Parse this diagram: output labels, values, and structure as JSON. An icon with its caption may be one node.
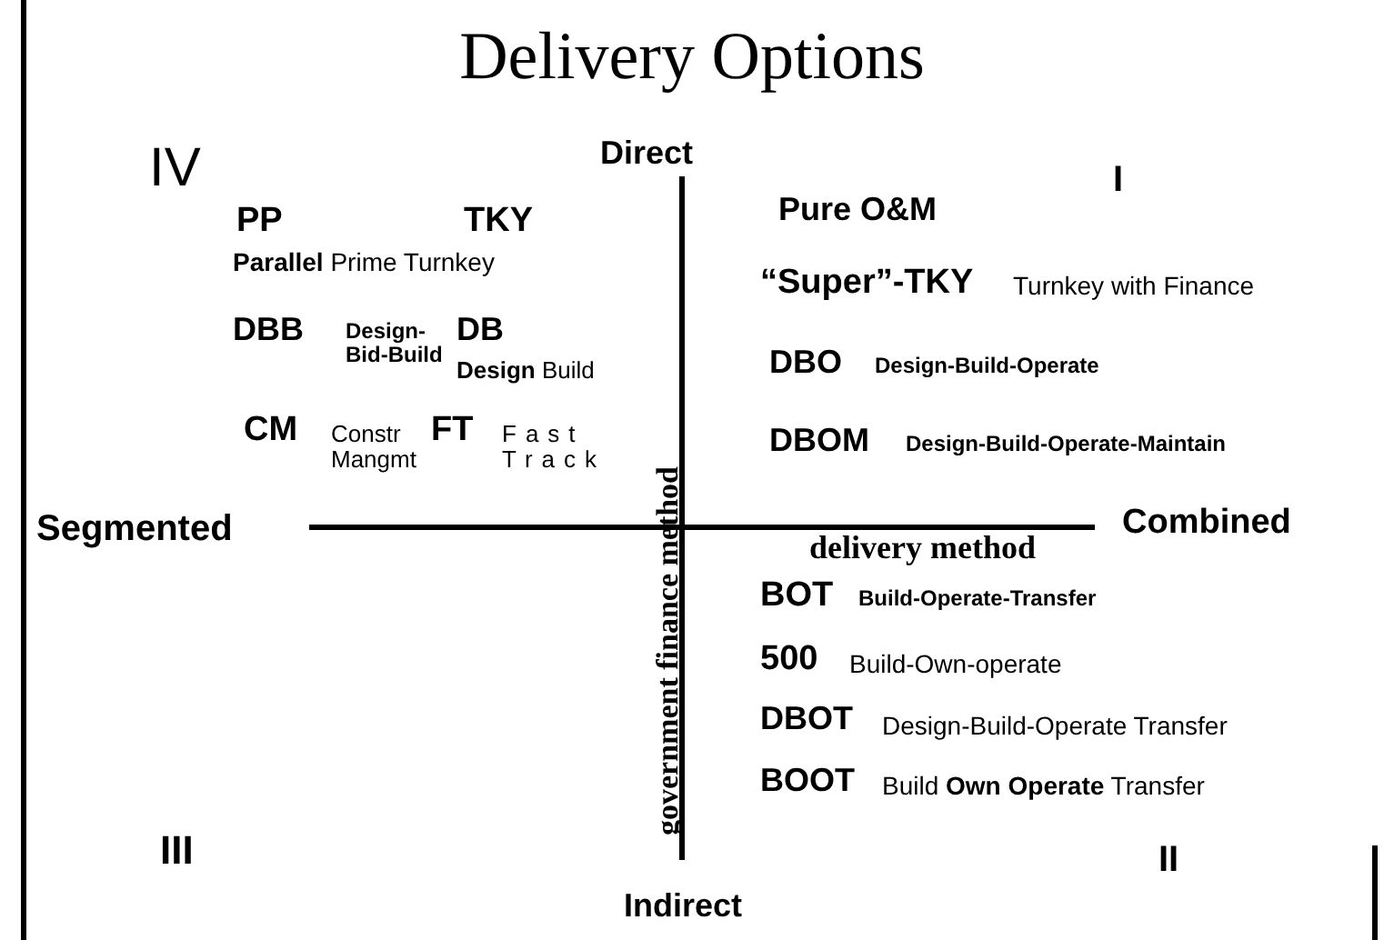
{
  "diagram": {
    "title": "Delivery Options",
    "labels": [
      "Direct",
      "IV",
      "I",
      "PP",
      "TKY",
      "Pure O&M",
      "**Parallel** Prime Turnkey",
      "“Super”-TKY",
      "Turnkey with Finance",
      "DBB",
      "Design- Bid-Build",
      "DB",
      "**Design** Build",
      "CM",
      "Constr Mangmt",
      "FT",
      "Fast Track",
      "DBO",
      "Design-Build-Operate",
      "DBOM",
      "Design-Build-Operate-Maintain",
      "Segmented",
      "Combined",
      "government finance method",
      "delivery method",
      "BOT",
      "Build-Operate-Transfer",
      "500",
      "Build-Own-operate",
      "DBOT",
      "Design-Build-Operate Transfer",
      "BOOT",
      "Build **Own Operate** Transfer",
      "III",
      "II",
      "Indirect"
    ]
  }
}
